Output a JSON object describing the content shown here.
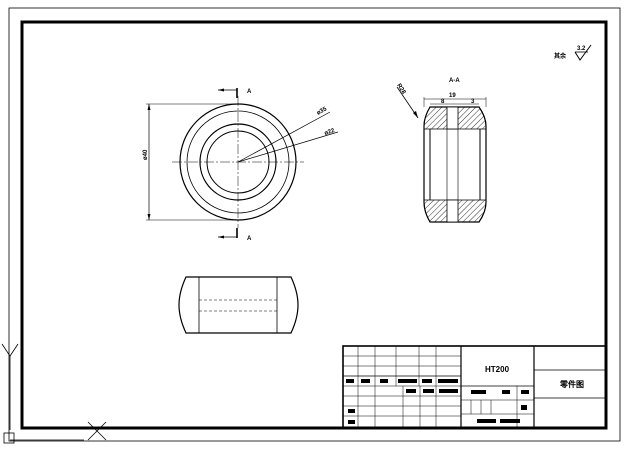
{
  "drawing": {
    "roughness_note": "其余",
    "roughness_value": "3.2",
    "section_mark_top": "A",
    "section_mark_bottom": "A",
    "section_title": "A-A",
    "dim_outer_diameter": "ø40",
    "dim_diameter_35": "ø35",
    "dim_diameter_22": "ø22",
    "dim_width": "19",
    "dim_left_step": "8",
    "dim_right_step": "3",
    "dim_angled": "R28"
  },
  "title_block": {
    "part_code": "HT200",
    "drawing_type": "零件图"
  },
  "colors": {
    "line": "#000000",
    "background": "#ffffff",
    "hatch": "#000000",
    "axis_icon": "#000000"
  }
}
